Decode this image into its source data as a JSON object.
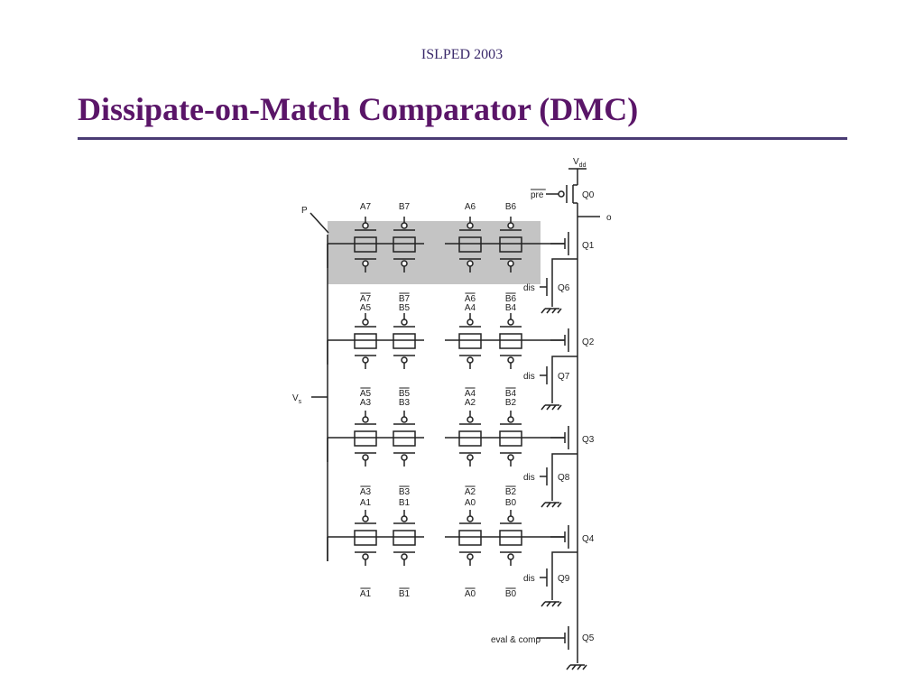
{
  "header": "ISLPED 2003",
  "title": "Dissipate-on-Match Comparator (DMC)",
  "diagram": {
    "supply": {
      "main": "V",
      "sub": "dd"
    },
    "output_label": "o",
    "precharge_label": "pre",
    "discharge_label": "dis",
    "eval_label": "eval & comp",
    "region_label": "P",
    "vs_label": {
      "main": "V",
      "sub": "s"
    },
    "transistors": [
      "Q0",
      "Q1",
      "Q2",
      "Q3",
      "Q4",
      "Q5",
      "Q6",
      "Q7",
      "Q8",
      "Q9"
    ],
    "rows": [
      {
        "top": [
          "A7",
          "B7",
          "A6",
          "B6"
        ],
        "bottom": [
          "A7",
          "B7",
          "A6",
          "B6"
        ]
      },
      {
        "top": [
          "A5",
          "B5",
          "A4",
          "B4"
        ],
        "bottom": [
          "A5",
          "B5",
          "A4",
          "B4"
        ]
      },
      {
        "top": [
          "A3",
          "B3",
          "A2",
          "B2"
        ],
        "bottom": [
          "A3",
          "B3",
          "A2",
          "B2"
        ]
      },
      {
        "top": [
          "A1",
          "B1",
          "A0",
          "B0"
        ],
        "bottom": [
          "A1",
          "B1",
          "A0",
          "B0"
        ]
      }
    ]
  }
}
